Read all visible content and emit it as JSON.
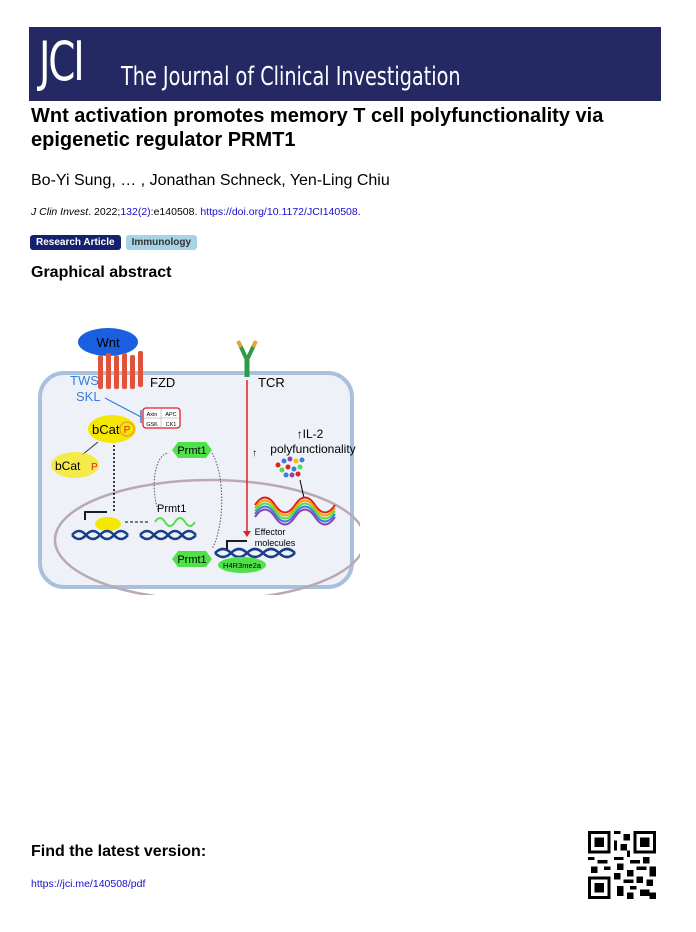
{
  "header": {
    "logo": "JCI",
    "journal_name": "The Journal of Clinical Investigation"
  },
  "article": {
    "title": "Wnt activation promotes memory T cell polyfunctionality via epigenetic regulator PRMT1",
    "authors": "Bo-Yi Sung, … , Jonathan Schneck, Yen-Ling Chiu",
    "citation": {
      "journal": "J Clin Invest",
      "year": ". 2022;",
      "issue_link": "132(2)",
      "eid": ":e140508. ",
      "doi_link": "https://doi.org/10.1172/JCI140508",
      "end": "."
    },
    "badges": [
      "Research Article",
      "Immunology"
    ]
  },
  "graphical_abstract": {
    "heading": "Graphical abstract",
    "labels": {
      "wnt": "Wnt",
      "fzd": "FZD",
      "tws": "TWS",
      "skl": "SKL",
      "tcr": "TCR",
      "axin": "Axin",
      "apc": "APC",
      "gsk": "GSK",
      "ck1": "CK1",
      "bcat": "bCat",
      "p": "P",
      "prmt1": "Prmt1",
      "il2": "↑IL-2",
      "poly": "polyfunctionality",
      "up_arrow": "↑",
      "effector": "Effector",
      "molecules": "molecules",
      "h4r3": "H4R3me2a"
    },
    "colors": {
      "wnt": "#1a5fe0",
      "receptor": "#e0523a",
      "prmt1": "#4fe04a",
      "bcat": "#f5e800",
      "cell": "#a9c0dd",
      "nucleus": "#b9a9b3",
      "signal": "#e02020"
    }
  },
  "footer": {
    "find_latest": "Find the latest version:",
    "link": "https://jci.me/140508/pdf"
  }
}
